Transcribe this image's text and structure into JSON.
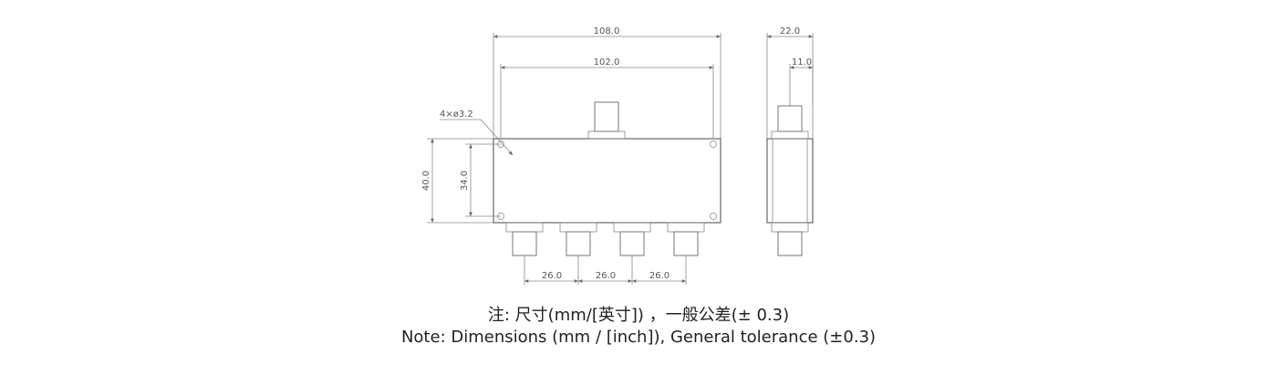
{
  "dimensions": {
    "overall_length": "108.0",
    "hole_spacing": "102.0",
    "side_width": "22.0",
    "side_half": "11.0",
    "hole_callout": "4×ø3.2",
    "overall_height": "40.0",
    "hole_height": "34.0",
    "pitch_1": "26.0",
    "pitch_2": "26.0",
    "pitch_3": "26.0"
  },
  "notes": {
    "chinese": "注: 尺寸(mm/[英寸])  ，一般公差(± 0.3)",
    "english": "Note: Dimensions (mm / [inch]), General tolerance (±0.3)"
  }
}
